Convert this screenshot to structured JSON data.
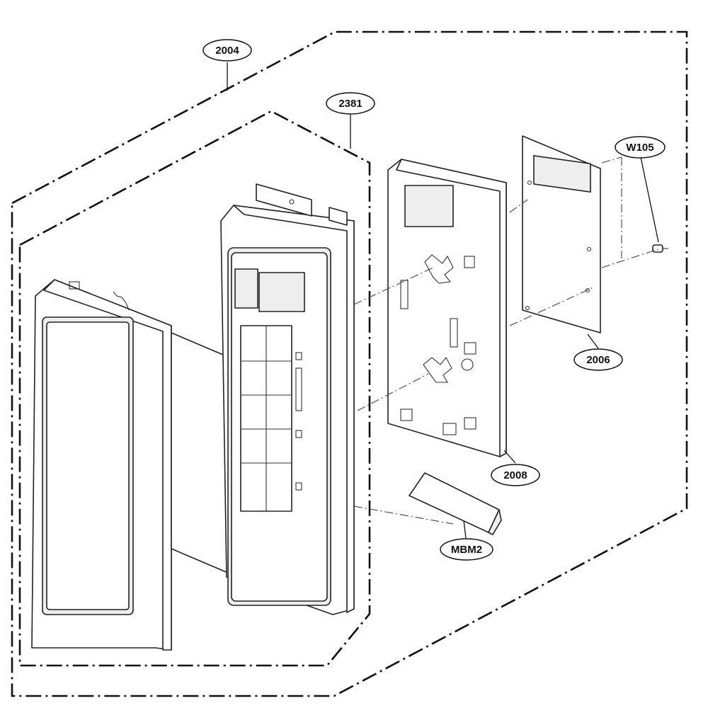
{
  "diagram": {
    "callouts": [
      {
        "id": "assembly-outer",
        "text": "2004"
      },
      {
        "id": "assembly-inner",
        "text": "2381"
      },
      {
        "id": "screw",
        "text": "W105"
      },
      {
        "id": "pcb",
        "text": "2006"
      },
      {
        "id": "frame",
        "text": "2008"
      },
      {
        "id": "clip",
        "text": "MBM2"
      }
    ]
  }
}
